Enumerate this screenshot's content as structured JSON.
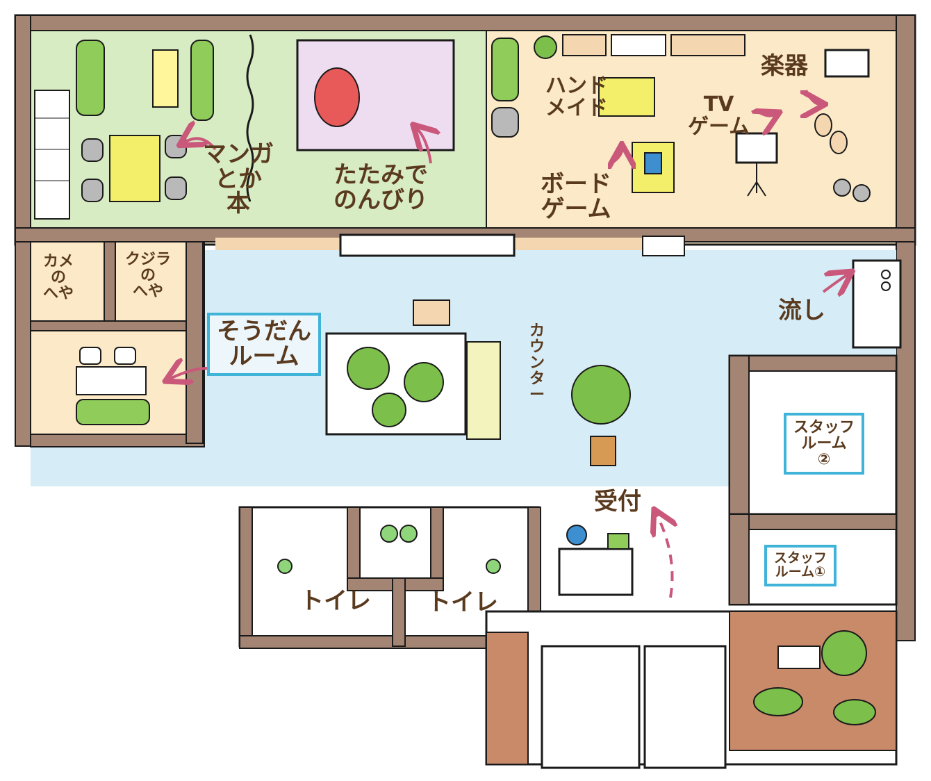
{
  "rooms": {
    "manga": "マンガ\nとか\n本",
    "tatami": "たたみで\nのんびり",
    "handmade": "ハンド\nメイド",
    "tvgame": "TV\nゲーム",
    "instruments": "楽器",
    "boardgame": "ボード\nゲーム",
    "turtle": "カメ\nの\nへや",
    "whale": "クジラ\nの\nへや",
    "consult": "そうだん\nルーム",
    "sink": "流し",
    "counter": "カ\nウ\nン\nタ\nー",
    "staff2": "スタッフ\nルーム\n②",
    "staff1": "スタッフ\nルーム①",
    "reception": "受付",
    "toilet_left": "トイレ",
    "toilet_right": "トイレ"
  },
  "colors": {
    "wall": "#a48472",
    "outline": "#1a1a1a",
    "floor_green": "#d8ecc4",
    "floor_peach": "#fbe9c8",
    "floor_blue": "#d6ecf6",
    "sofa": "#8fcc5a",
    "tatami_mat": "#eedcf0",
    "label": "#5a3a1e",
    "arrow": "#c9587a",
    "label_box": "#3fb3d8",
    "brick": "#c98a6a"
  }
}
